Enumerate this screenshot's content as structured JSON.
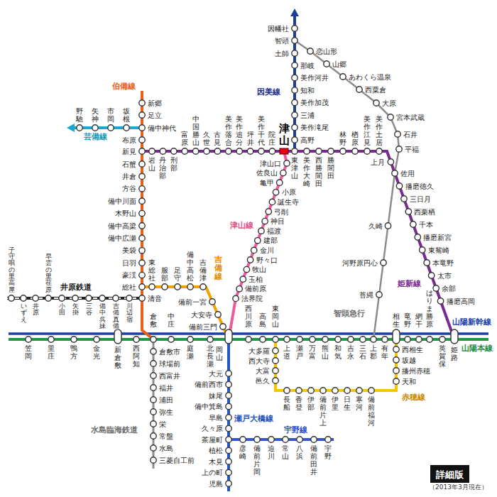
{
  "diagram": {
    "caption": "（2013年3月現在）",
    "nodes": [
      {
        "text": [
          "詳細版"
        ]
      }
    ],
    "labels": [
      "因幡社",
      "智頭",
      "土師",
      "那岐",
      "美作河井",
      "知和",
      "美作加茂",
      "三浦",
      "美作滝尾",
      "高野",
      "因美線",
      "恋山形",
      "山郷",
      "あわくら温泉",
      "西粟倉",
      "大原",
      "宮本武蔵",
      "石井",
      "平福",
      "久崎",
      "河野原円心",
      "苔縄",
      "智頭急行",
      "岩山",
      "丹治部",
      "刑部",
      "富原",
      "中国勝山",
      "久世",
      "古見",
      "美作落合",
      "美作追分",
      "坪井",
      "美作千代",
      "院庄",
      "津山",
      "東津山",
      "美作大崎",
      "西勝間田",
      "勝間田",
      "林野",
      "楢原",
      "美作江見",
      "美作土居",
      "上月",
      "佐用",
      "播磨徳久",
      "三日月",
      "西栗栖",
      "千本",
      "播磨新宮",
      "東觜崎",
      "本竜野",
      "太市",
      "余部",
      "播磨高岡",
      "姫新線",
      "伯備線",
      "新郷",
      "足立",
      "備中神代",
      "坂根",
      "市岡",
      "矢神",
      "野馳",
      "芸備線",
      "布原",
      "新見",
      "石蟹",
      "井倉",
      "方谷",
      "備中川面",
      "木野山",
      "備中高梁",
      "備中広瀬",
      "美袋",
      "日羽",
      "豪渓",
      "総社",
      "清音",
      "川辺宿",
      "吉備真備",
      "備中呉妹",
      "三谷",
      "矢掛",
      "小田",
      "早雲の里荏原",
      "井原",
      "いずえ",
      "子守唄の里高屋",
      "井原鉄道",
      "東総社",
      "服部",
      "足守",
      "備中高松",
      "吉備津",
      "吉備線",
      "備前一宮",
      "大安寺",
      "備前三門",
      "津山口",
      "佐良山",
      "亀甲",
      "小原",
      "誕生寺",
      "弓削",
      "神目",
      "福渡",
      "建部",
      "金川",
      "野々口",
      "牧山",
      "玉柏",
      "備前原",
      "法界院",
      "津山線",
      "笠岡",
      "里庄",
      "鴨方",
      "金光",
      "新倉敷",
      "西阿知",
      "倉敷",
      "中庄",
      "庭瀬",
      "北長瀬",
      "岡山",
      "西川原",
      "高島",
      "東岡山",
      "上道",
      "瀬戸",
      "万富",
      "熊山",
      "和気",
      "吉永",
      "三石",
      "上郡",
      "有年",
      "相生",
      "竜野",
      "網干",
      "はりま勝原",
      "英賀保",
      "姫路",
      "山陽新幹線",
      "山陽本線",
      "倉敷市",
      "球場前",
      "西富井",
      "福井",
      "浦田",
      "弥生",
      "栄",
      "常盤",
      "水島",
      "三菱自工前",
      "水島臨海鉄道",
      "大元",
      "備前西市",
      "妹尾",
      "備中箕島",
      "早島",
      "久々原",
      "茶屋町",
      "植松",
      "木見",
      "上の町",
      "児島",
      "瀬戸大橋線",
      "彦崎",
      "備前片岡",
      "迫川",
      "常山",
      "八浜",
      "備前田井",
      "宇野",
      "宇野線",
      "大多羅",
      "西大寺",
      "大富",
      "邑久",
      "長船",
      "香登",
      "伊部",
      "備前片上",
      "伊里",
      "日生",
      "寒河",
      "備前福河",
      "天和",
      "播州赤穂",
      "坂越",
      "西相生",
      "赤穂線"
    ]
  }
}
